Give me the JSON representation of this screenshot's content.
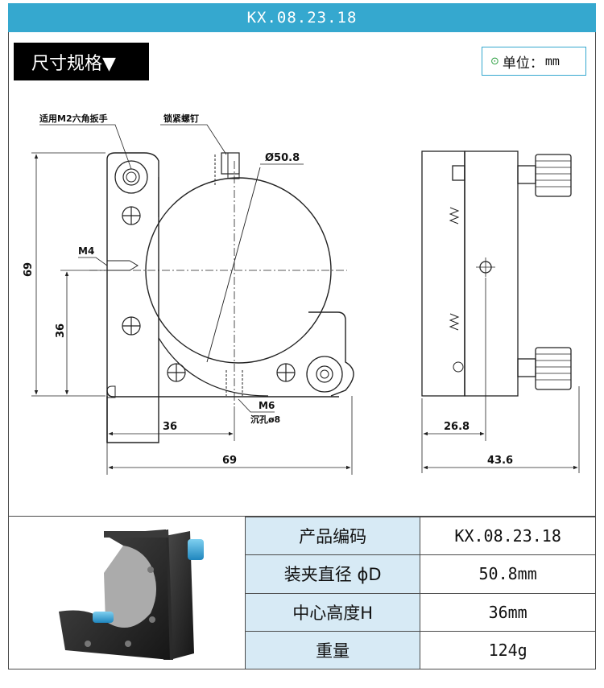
{
  "header": {
    "title": "KX.08.23.18"
  },
  "spec_tag": {
    "label": "尺寸规格▼"
  },
  "unit": {
    "icon": "circle-dot-icon",
    "label": "单位：",
    "value": "mm"
  },
  "drawing": {
    "callouts": {
      "wrench": "适用M2六角扳手",
      "lock_screw": "锁紧螺钉",
      "diameter": "Ø50.8",
      "m4": "M4",
      "m6": "M6",
      "counterbore": "沉孔ø8"
    },
    "dimensions": {
      "height_total": "69",
      "height_center": "36",
      "width_center": "36",
      "width_total": "69",
      "side_inner": "26.8",
      "side_total": "43.6"
    }
  },
  "specs": [
    {
      "label": "产品编码",
      "value": "KX.08.23.18"
    },
    {
      "label": "装夹直径 ϕD",
      "value": "50.8mm"
    },
    {
      "label": "中心高度H",
      "value": "36mm"
    },
    {
      "label": "重量",
      "value": "124g"
    }
  ],
  "colors": {
    "accent": "#35a8cf",
    "table_key_bg": "#d7eaf5",
    "knob_blue": "#2f9fd4"
  }
}
